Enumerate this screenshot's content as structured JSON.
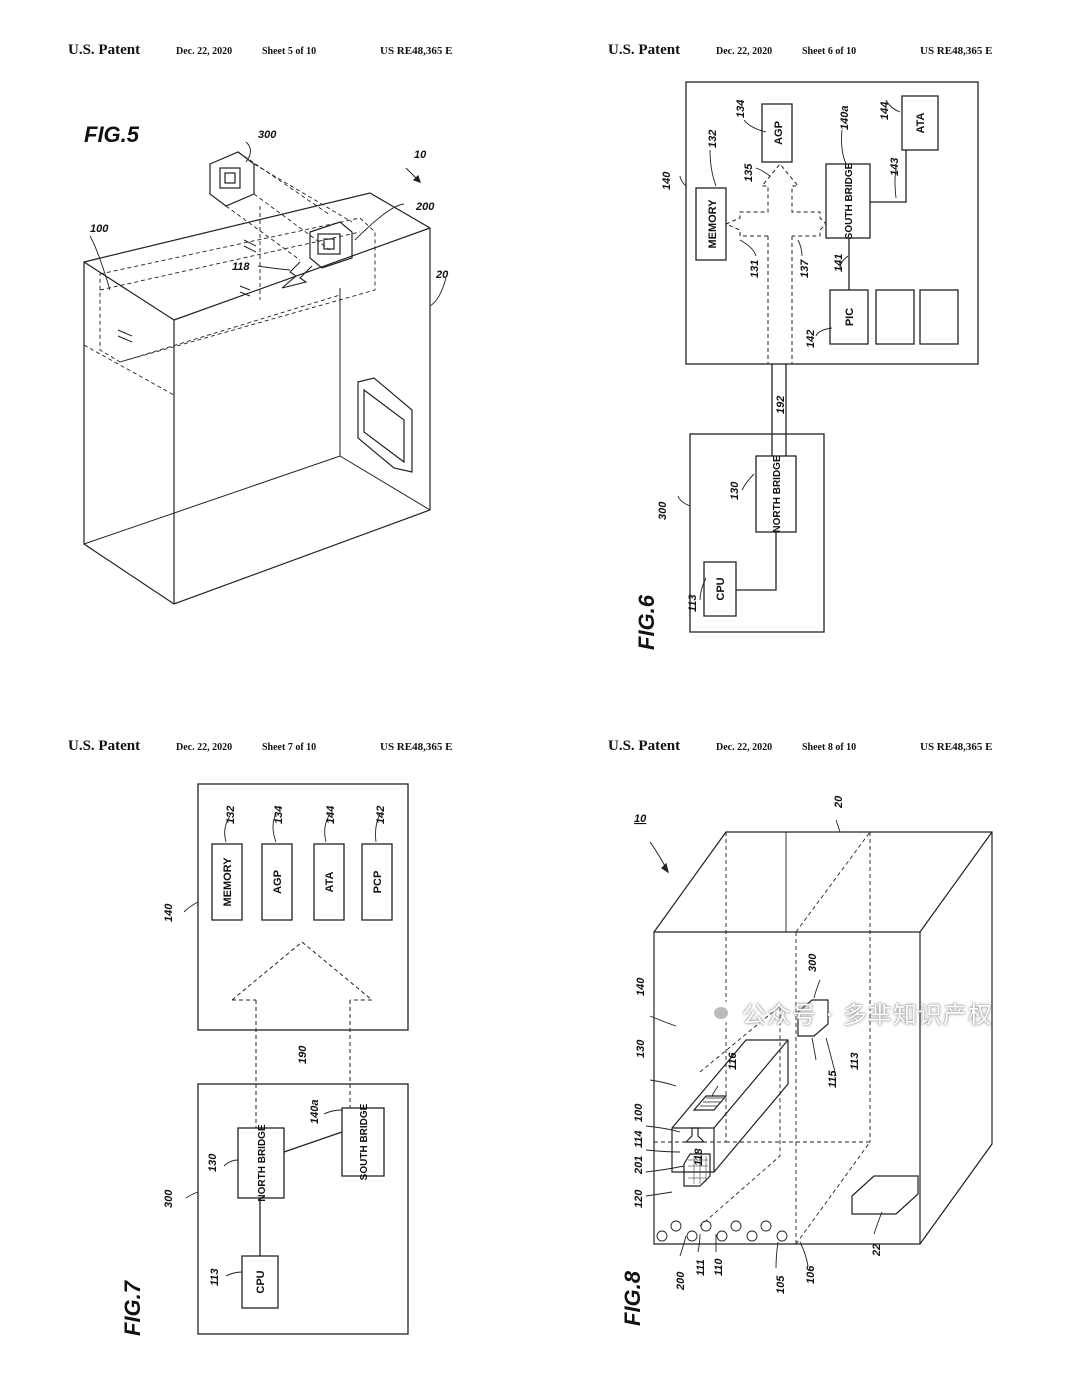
{
  "sheets": [
    {
      "patent": "U.S. Patent",
      "date": "Dec. 22, 2020",
      "sheet": "Sheet 5 of 10",
      "number": "US RE48,365 E",
      "figure": "FIG.5",
      "labels": [
        "300",
        "10",
        "200",
        "100",
        "118",
        "20"
      ]
    },
    {
      "patent": "U.S. Patent",
      "date": "Dec. 22, 2020",
      "sheet": "Sheet 6 of 10",
      "number": "US RE48,365 E",
      "figure": "FIG.6",
      "blocks": [
        "MEMORY",
        "AGP",
        "SOUTH BRIDGE",
        "ATA",
        "PIC",
        "NORTH BRIDGE",
        "CPU"
      ],
      "labels": [
        "140",
        "132",
        "134",
        "135",
        "140a",
        "144",
        "143",
        "131",
        "137",
        "141",
        "142",
        "192",
        "300",
        "130",
        "113"
      ]
    },
    {
      "patent": "U.S. Patent",
      "date": "Dec. 22, 2020",
      "sheet": "Sheet 7 of 10",
      "number": "US RE48,365 E",
      "figure": "FIG.7",
      "blocks": [
        "MEMORY",
        "AGP",
        "ATA",
        "PCP",
        "NORTH BRIDGE",
        "SOUTH BRIDGE",
        "CPU"
      ],
      "labels": [
        "132",
        "134",
        "144",
        "142",
        "140",
        "190",
        "140a",
        "130",
        "300",
        "113"
      ]
    },
    {
      "patent": "U.S. Patent",
      "date": "Dec. 22, 2020",
      "sheet": "Sheet 8 of 10",
      "number": "US RE48,365 E",
      "figure": "FIG.8",
      "labels": [
        "10",
        "20",
        "300",
        "140",
        "130",
        "116",
        "100",
        "114",
        "201",
        "120",
        "118",
        "115",
        "113",
        "200",
        "111",
        "110",
        "105",
        "106",
        "22"
      ]
    }
  ],
  "watermark": {
    "text": "公众号 · 多芈知识产权",
    "icon": "wechat-icon"
  }
}
